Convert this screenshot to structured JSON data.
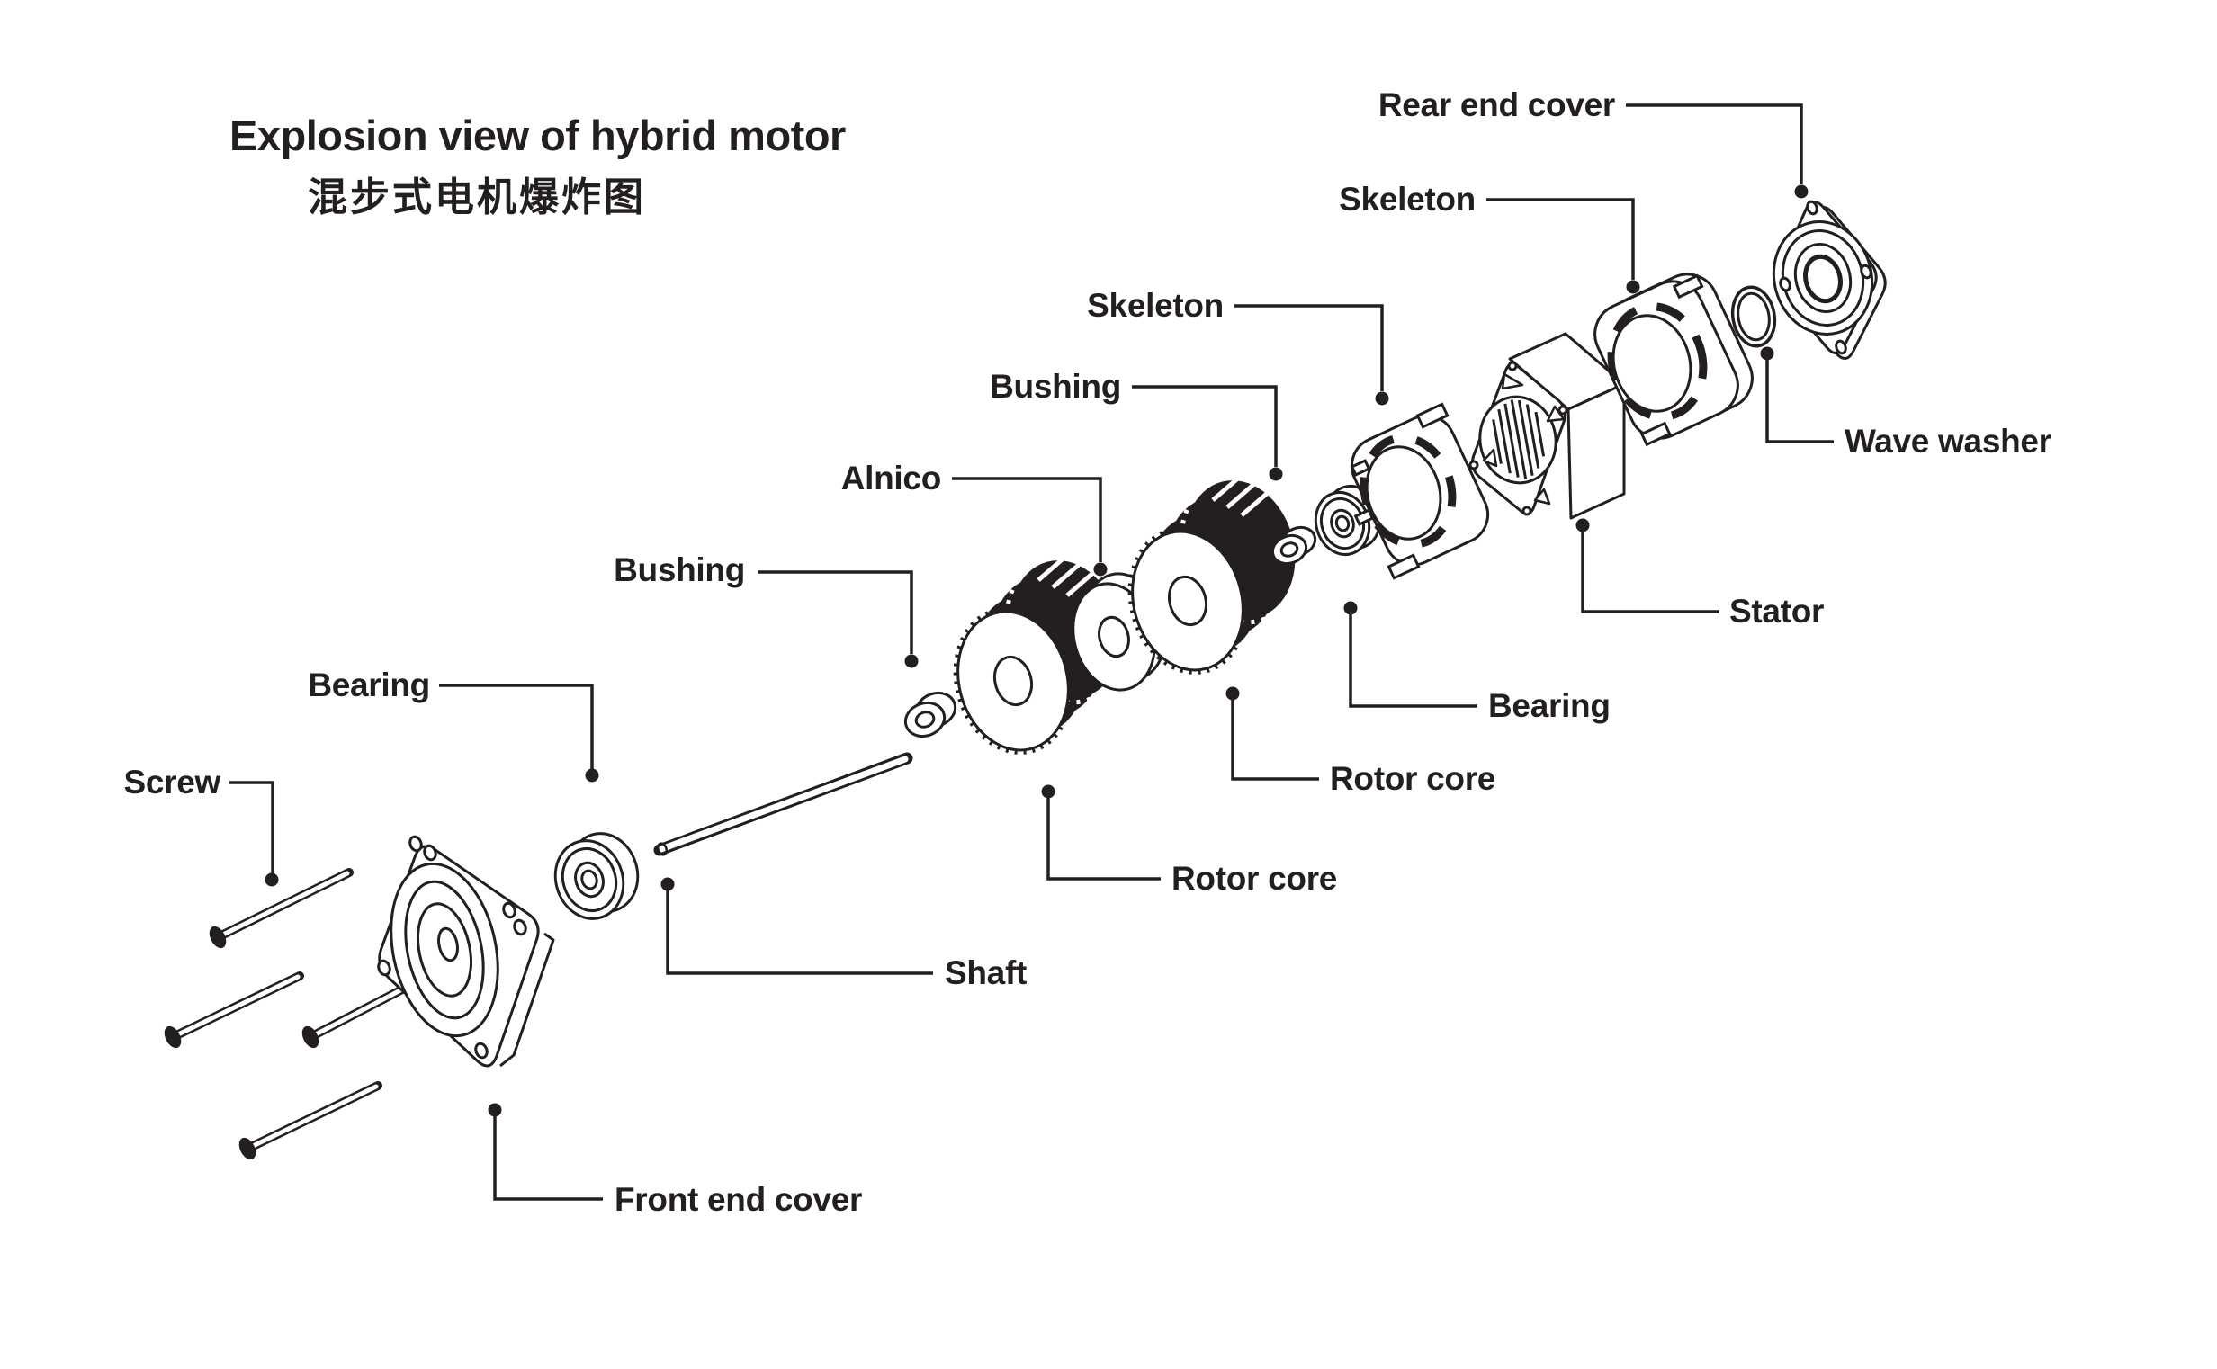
{
  "title": {
    "en": "Explosion view of hybrid motor",
    "zh": "混步式电机爆炸图"
  },
  "labels": {
    "screw": "Screw",
    "bearing_left": "Bearing",
    "bushing_left": "Bushing",
    "alnico": "Alnico",
    "bushing_right": "Bushing",
    "skeleton_front": "Skeleton",
    "skeleton_rear": "Skeleton",
    "rear_end_cover": "Rear end cover",
    "wave_washer": "Wave washer",
    "stator": "Stator",
    "bearing_right": "Bearing",
    "rotor_core_right": "Rotor core",
    "rotor_core_bottom": "Rotor core",
    "shaft": "Shaft",
    "front_end_cover": "Front end cover"
  },
  "colors": {
    "ink": "#231f20",
    "background": "#ffffff"
  }
}
